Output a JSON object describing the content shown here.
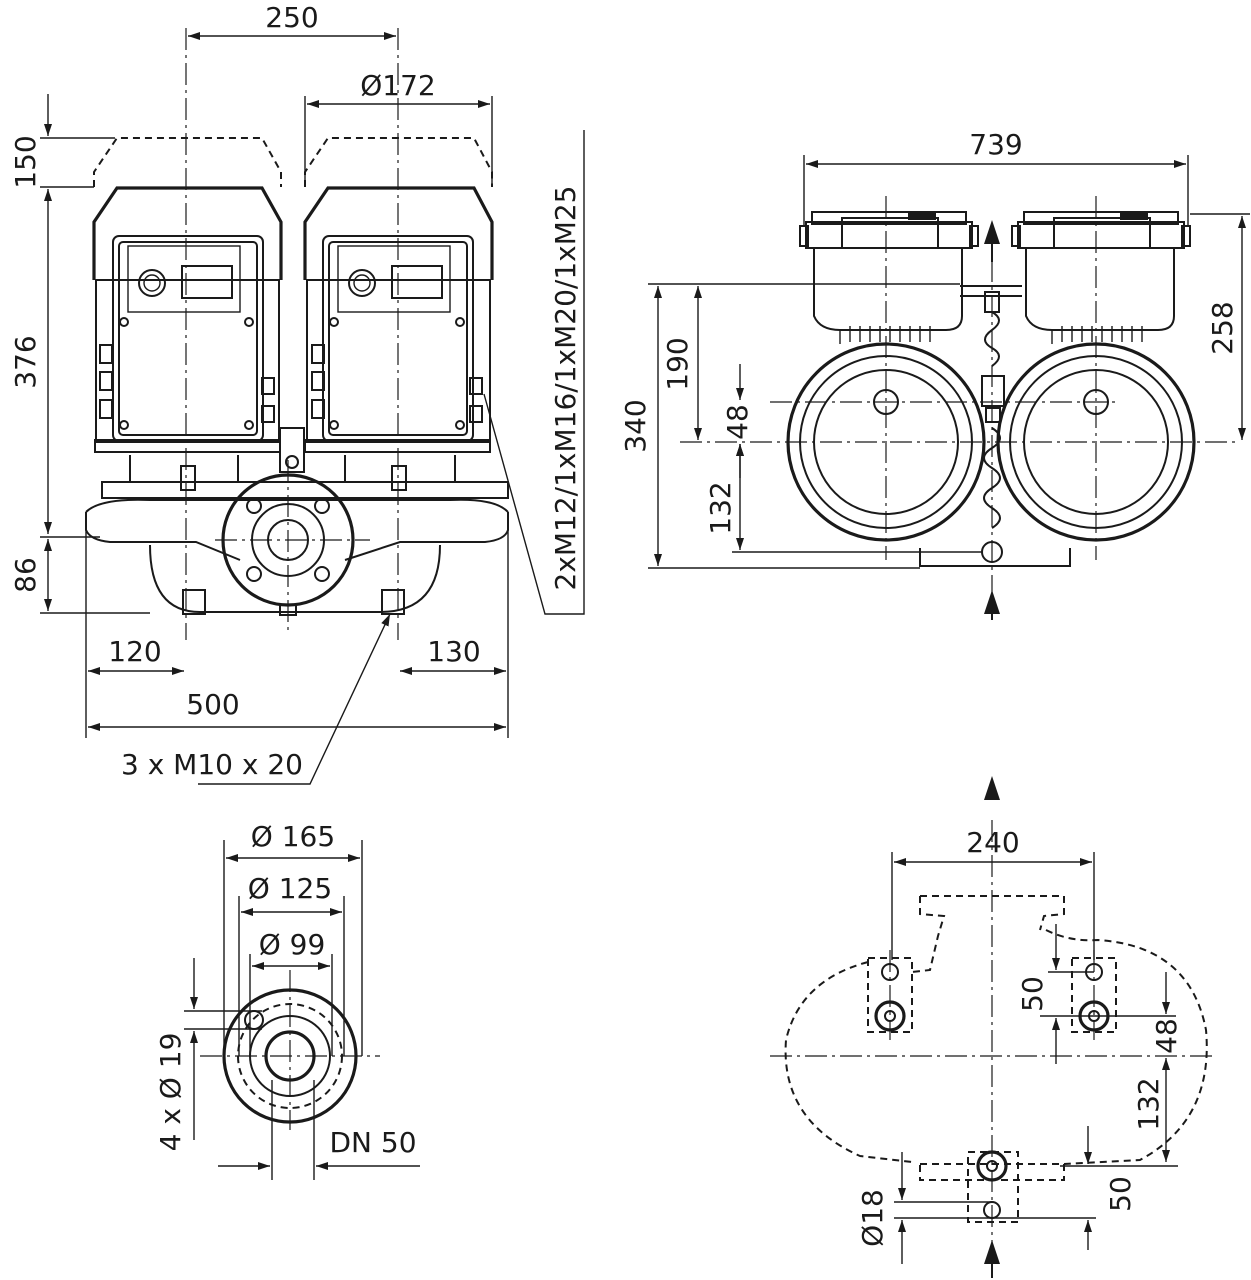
{
  "front_view": {
    "dim_width_top": "250",
    "dim_motor_diameter": "Ø172",
    "dim_removal_clearance": "150",
    "dim_motor_height": "376",
    "dim_foot_height": "86",
    "dim_left_offset": "120",
    "dim_right_offset": "130",
    "dim_overall_length": "500",
    "thread_spec": "3 x M10 x 20",
    "cable_glands": "2xM12/1xM16/1xM20/1xM25"
  },
  "side_view": {
    "dim_overall_width": "739",
    "dim_module_height": "258",
    "dim_total_height": "340",
    "dim_upper_height": "190",
    "dim_axis_offset": "48",
    "dim_lower_height": "132"
  },
  "flange_view": {
    "dim_outer_diameter": "Ø 165",
    "dim_bolt_circle": "Ø 125",
    "dim_raised_face": "Ø 99",
    "dim_bolt_holes": "4 x Ø 19",
    "nominal_size": "DN 50"
  },
  "footprint_view": {
    "dim_hole_spacing": "240",
    "dim_slot_length_upper": "50",
    "dim_axis_offset": "48",
    "dim_front_distance": "132",
    "dim_slot_length_lower": "50",
    "dim_hole_diameter": "Ø18"
  }
}
